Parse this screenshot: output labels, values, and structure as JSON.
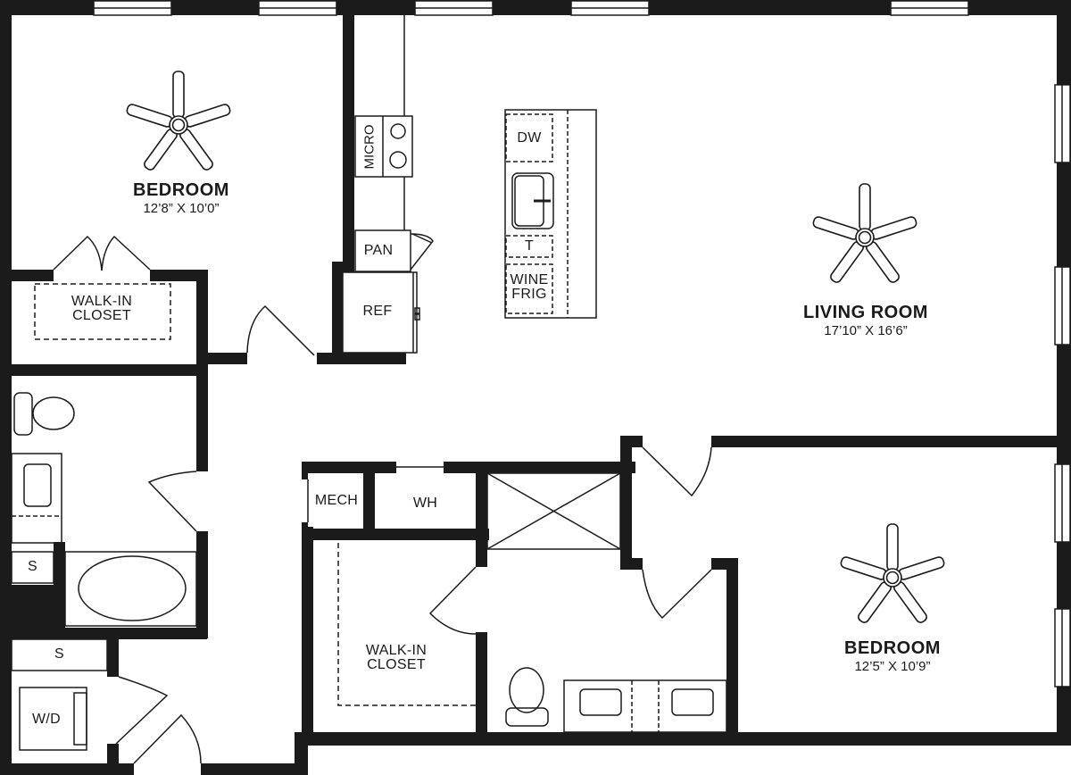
{
  "colors": {
    "wall": "#1b1b1b",
    "line": "#1b1b1b",
    "background": "#ffffff"
  },
  "rooms": [
    {
      "id": "bedroom-1",
      "name": "BEDROOM",
      "dimensions": "12’8” X 10’0”"
    },
    {
      "id": "living-room",
      "name": "LIVING ROOM",
      "dimensions": "17’10” X 16’6”"
    },
    {
      "id": "bedroom-2",
      "name": "BEDROOM",
      "dimensions": "12’5” X 10’9”"
    }
  ],
  "closets": [
    {
      "id": "walk-in-closet-1",
      "line1": "WALK-IN",
      "line2": "CLOSET"
    },
    {
      "id": "walk-in-closet-2",
      "line1": "WALK-IN",
      "line2": "CLOSET"
    }
  ],
  "fixtures": {
    "micro": "MICRO",
    "pantry": "PAN",
    "refrigerator": "REF",
    "dishwasher": "DW",
    "trash": "T",
    "wine_fridge_line1": "WINE",
    "wine_fridge_line2": "FRIG",
    "mechanical": "MECH",
    "water_heater": "WH",
    "shelf_bath": "S",
    "shelf_laundry": "S",
    "washer_dryer": "W/D"
  },
  "icons": [
    "ceiling-fan-icon",
    "ceiling-fan-icon",
    "ceiling-fan-icon",
    "toilet-icon",
    "toilet-icon",
    "sink-icon",
    "bathtub-icon",
    "shower-icon",
    "cooktop-icon",
    "door-swing-icon",
    "window-icon"
  ]
}
